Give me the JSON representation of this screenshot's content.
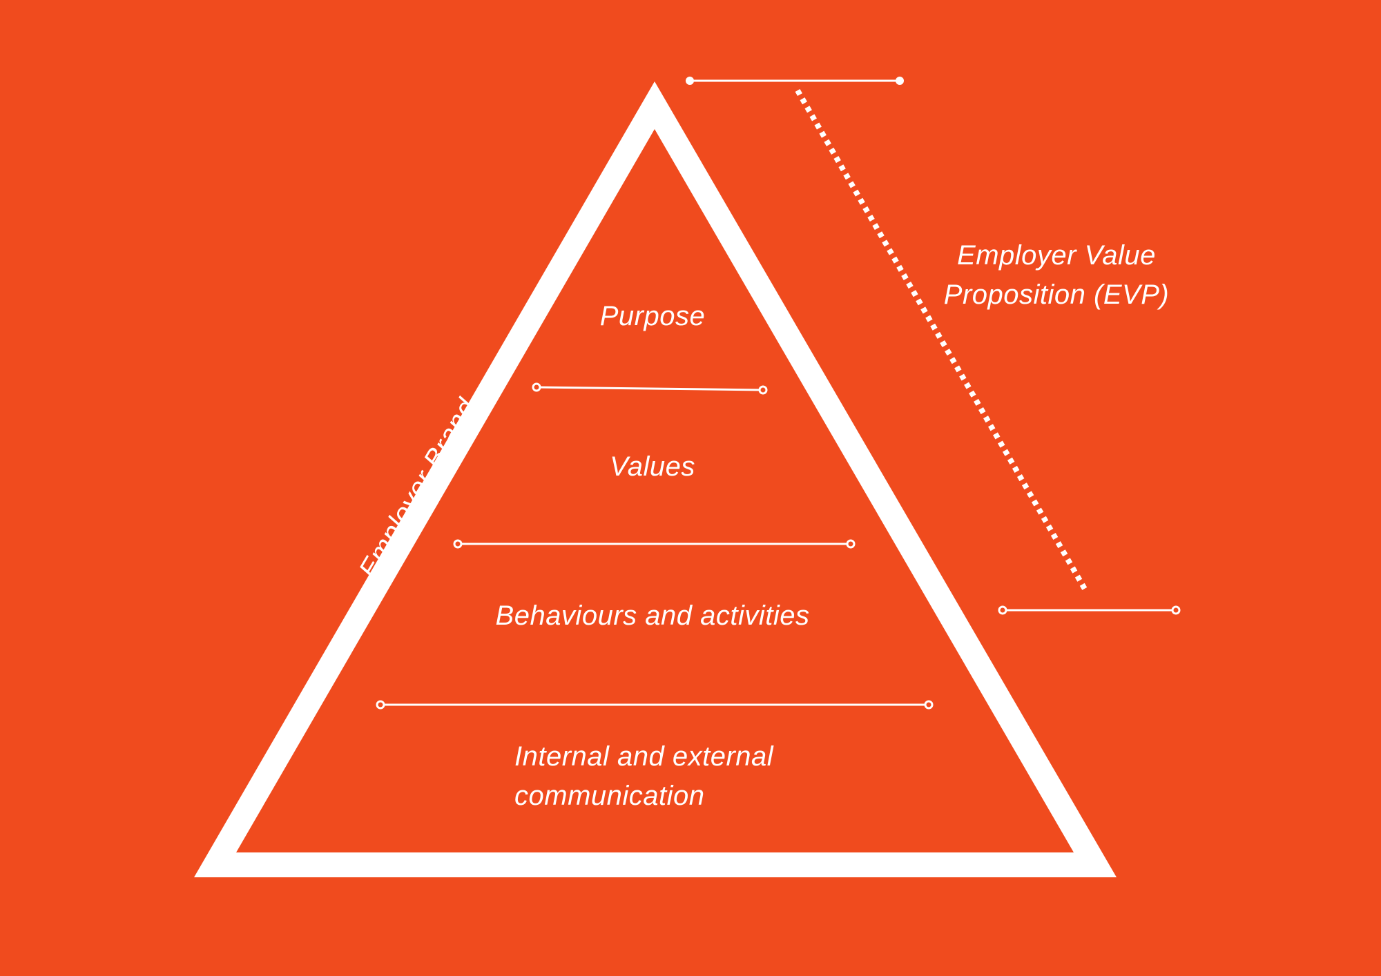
{
  "colors": {
    "background": "#f04b1e",
    "foreground": "#ffffff"
  },
  "diagram": {
    "type": "pyramid",
    "levels": [
      {
        "label": "Purpose"
      },
      {
        "label": "Values"
      },
      {
        "label": "Behaviours and activities"
      },
      {
        "label": "Internal and external\ncommunication"
      }
    ],
    "side_label": "Employer Brand",
    "bracket_label": "Employer Value\nProposition (EVP)"
  }
}
